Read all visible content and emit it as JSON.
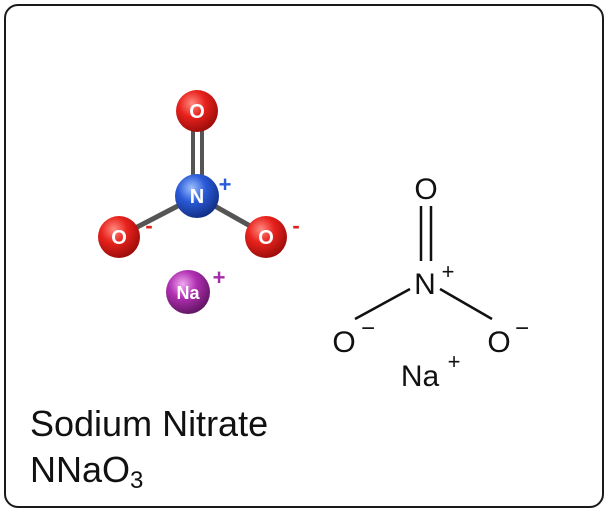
{
  "ball_and_stick": {
    "atoms": {
      "top_oxygen": "O",
      "nitrogen": "N",
      "left_oxygen": "O",
      "right_oxygen": "O",
      "sodium": "Na"
    },
    "charges": {
      "nitrogen": "+",
      "left_oxygen": "-",
      "right_oxygen": "-",
      "sodium": "+"
    },
    "colors": {
      "oxygen": "#e0201c",
      "nitrogen": "#2a5ad8",
      "sodium": "#a52aa8",
      "bond": "#555555",
      "positive_charge": "#2a5ad8",
      "negative_charge": "#e0201c",
      "sodium_charge": "#a52aa8"
    }
  },
  "skeletal": {
    "top_oxygen": "O",
    "nitrogen": "N",
    "nitrogen_charge": "+",
    "left_oxygen": "O",
    "left_oxygen_charge": "−",
    "right_oxygen": "O",
    "right_oxygen_charge": "−",
    "sodium": "Na",
    "sodium_charge": "+"
  },
  "caption": {
    "name": "Sodium Nitrate",
    "formula_main": "NNaO",
    "formula_subscript": "3"
  }
}
